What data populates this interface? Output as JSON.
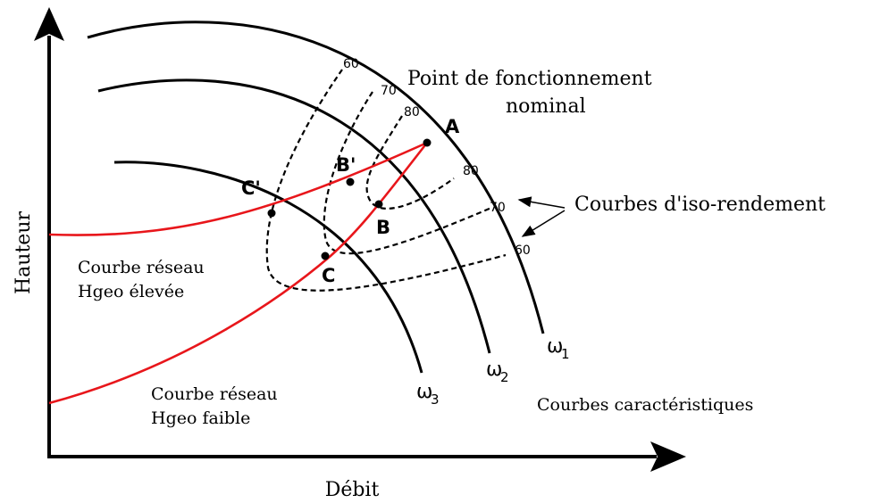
{
  "axes": {
    "y_label": "Hauteur",
    "x_label": "Débit"
  },
  "characteristic_curves": {
    "title": "Courbes caractéristiques",
    "items": [
      {
        "symbol": "ω",
        "subscript": "1"
      },
      {
        "symbol": "ω",
        "subscript": "2"
      },
      {
        "symbol": "ω",
        "subscript": "3"
      }
    ]
  },
  "iso_efficiency": {
    "title": "Courbes d'iso-rendement",
    "values_top": [
      "60",
      "70",
      "80"
    ],
    "values_right": [
      "80",
      "70",
      "60"
    ]
  },
  "network_curves": {
    "high": {
      "line1": "Courbe réseau",
      "line2": "Hgeo élevée"
    },
    "low": {
      "line1": "Courbe réseau",
      "line2": "Hgeo faible"
    }
  },
  "nominal_point": {
    "line1": "Point de fonctionnement",
    "line2": "nominal"
  },
  "points": {
    "A": "A",
    "B": "B",
    "B_prime": "B'",
    "C": "C",
    "C_prime": "C'"
  },
  "colors": {
    "network_curve": "#e8161b",
    "curves": "#000000"
  }
}
